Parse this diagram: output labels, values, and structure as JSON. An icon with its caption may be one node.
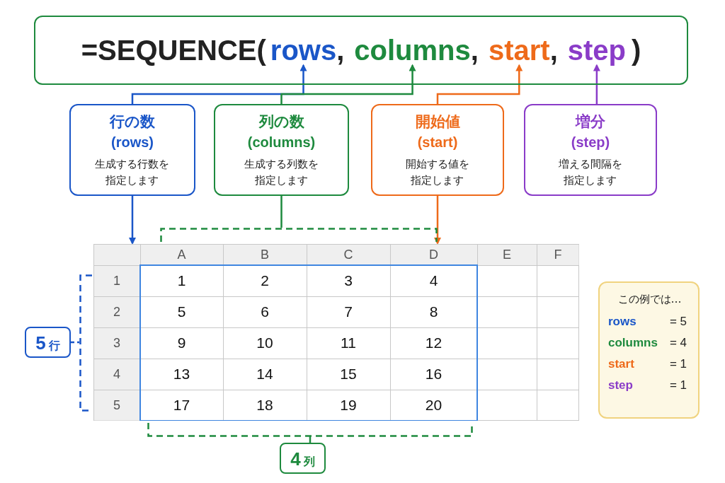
{
  "diagram": {
    "nodes": [
      {
        "text": [
          "=SEQUENCE(",
          ",",
          ",",
          ",",
          ")"
        ]
      },
      {
        "text": [
          "rows"
        ],
        "in": 0
      },
      {
        "text": [
          "columns"
        ],
        "in": 0
      },
      {
        "text": [
          "start"
        ],
        "in": 0
      },
      {
        "text": [
          "step"
        ],
        "in": 0
      },
      {
        "text": [
          "行の数",
          "(rows)",
          "生成する行数を指定します"
        ]
      },
      {
        "text": [
          "列の数",
          "(columns)",
          "生成する列数を指定します"
        ]
      },
      {
        "text": [
          "開始値",
          "(start)",
          "開始する値を指定します"
        ]
      },
      {
        "text": [
          "増分",
          "(step)",
          "増える間隔を指定します"
        ]
      },
      {
        "text": [],
        "shape": "bracket"
      },
      {
        "text": [],
        "shape": "table"
      },
      {
        "text": [],
        "shape": "bracket"
      },
      {
        "text": [
          "5",
          "行"
        ]
      },
      {
        "text": [
          "この例では…",
          "rows",
          "= 5",
          "columns",
          "= 4",
          "start",
          "= 1",
          "step",
          "= 1"
        ]
      },
      {
        "text": [],
        "shape": "bracket"
      },
      {
        "text": [
          "4",
          "列"
        ]
      }
    ],
    "edges": [
      {
        "from": 5,
        "to": 1,
        "arrow": "to",
        "color": "#1a56c8"
      },
      {
        "from": 6,
        "to": 2,
        "arrow": "to",
        "color": "#1e8a3e"
      },
      {
        "from": 7,
        "to": 3,
        "arrow": "to",
        "color": "#ee6a1a"
      },
      {
        "from": 8,
        "to": 4,
        "arrow": "to",
        "color": "#8a3cc8"
      },
      {
        "from": 5,
        "to": 10,
        "arrow": "to",
        "color": "#1a56c8"
      },
      {
        "from": 6,
        "to": 9,
        "arrow": "none",
        "color": "#1e8a3e"
      },
      {
        "from": 7,
        "to": 10,
        "arrow": "to",
        "color": "#ee6a1a"
      },
      {
        "from": 12,
        "to": 11,
        "arrow": "none",
        "style": "dashed",
        "color": "#1a56c8"
      },
      {
        "from": 15,
        "to": 14,
        "arrow": "none",
        "color": "#1e8a3e"
      }
    ],
    "labels": [
      "A",
      "B",
      "C",
      "D",
      "E",
      "F",
      "1",
      "1",
      "2",
      "3",
      "4",
      "2",
      "5",
      "6",
      "7",
      "8",
      "3",
      "9",
      "10",
      "11",
      "12",
      "4",
      "13",
      "14",
      "15",
      "16",
      "5",
      "17",
      "18",
      "19",
      "20"
    ]
  }
}
